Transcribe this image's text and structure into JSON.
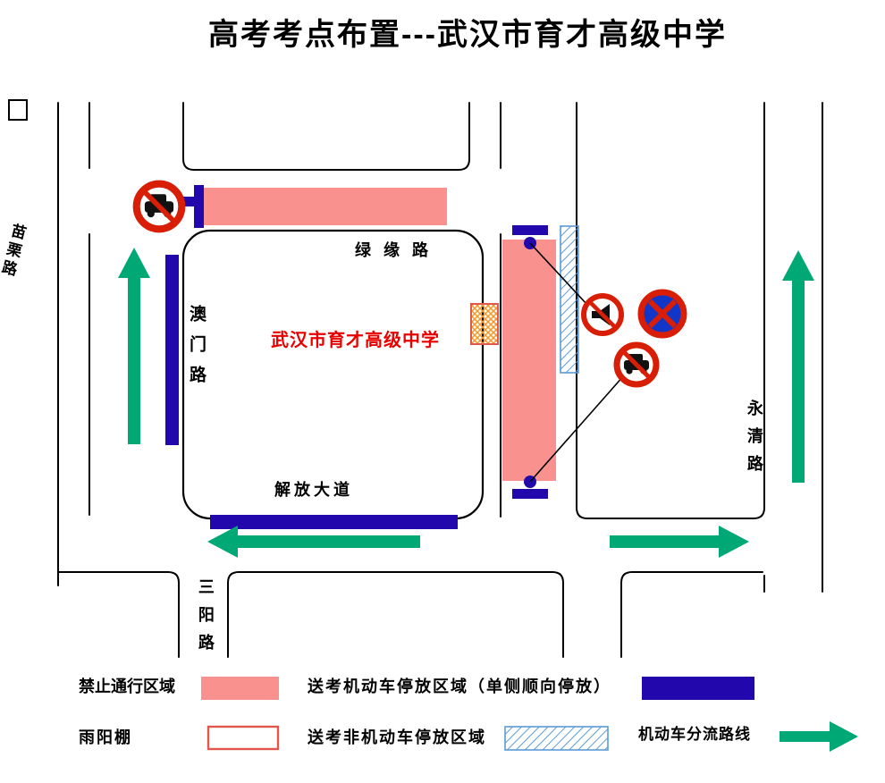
{
  "title": "高考考点布置---武汉市育才高级中学",
  "map": {
    "school_name": "武汉市育才高级中学",
    "road_labels": {
      "miaoli": "苗栗路",
      "lvyuan": "绿缘路",
      "aomen": "澳门路",
      "jiefang": "解放大道",
      "sanyang": "三阳路",
      "yongqing": "永清路"
    },
    "signs": {
      "no_entry": "no-vehicles-sign",
      "no_horn": "no-horn-sign",
      "no_stopping": "no-stopping-sign"
    }
  },
  "legend": {
    "no_pass_label": "禁止通行区域",
    "motor_parking_label": "送考机动车停放区域（单侧顺向停放）",
    "canopy_label": "雨阳棚",
    "nonmotor_parking_label": "送考非机动车停放区域",
    "route_label": "机动车分流路线"
  },
  "colors": {
    "no_pass_pink": "#F9918F",
    "parking_navy": "#2208AC",
    "route_green": "#00A875",
    "sign_red": "#D81E06",
    "no_stop_blue": "#1236C8",
    "nonmotor_hatch_blue": "#5B9BD5",
    "canopy_hatch_orange": "#F09A2E",
    "canopy_border_red": "#E2574C",
    "school_name_red": "#E60000",
    "road_outline": "#000000"
  }
}
